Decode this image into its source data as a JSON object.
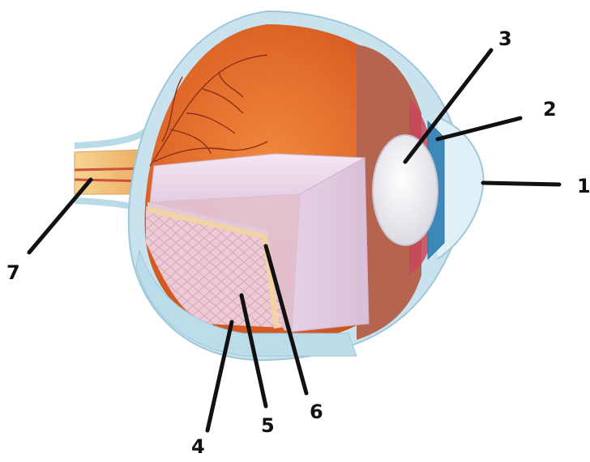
{
  "labels": [
    {
      "id": "label-1",
      "text": "1"
    },
    {
      "id": "label-2",
      "text": "2"
    },
    {
      "id": "label-3",
      "text": "3"
    },
    {
      "id": "label-4",
      "text": "4"
    },
    {
      "id": "label-5",
      "text": "5"
    },
    {
      "id": "label-6",
      "text": "6"
    },
    {
      "id": "label-7",
      "text": "7"
    }
  ],
  "colors": {
    "sclera": "#c9e3ee",
    "retina_interior": "#e06a2a",
    "vitreous": "#e7d2e6",
    "choroid": "#b5644f",
    "lens": "#f4f4f7",
    "optic_nerve": "#f0c27b",
    "leader_line": "#111111"
  }
}
